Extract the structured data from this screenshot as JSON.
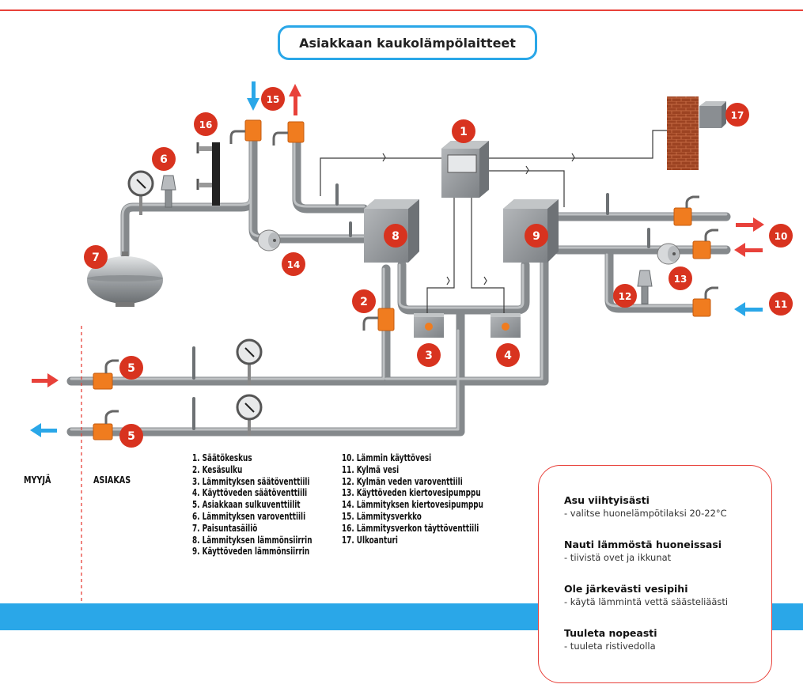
{
  "title": "Asiakkaan kaukolämpölaitteet",
  "legend": {
    "left": [
      "1. Säätökeskus",
      "2. Kesäsulku",
      "3. Lämmityksen säätöventtiili",
      "4. Käyttöveden säätöventtiili",
      "5. Asiakkaan sulkuventtiilit",
      "6. Lämmityksen varoventtiili",
      "7. Paisuntasäiliö",
      "8. Lämmityksen lämmönsiirrin",
      "9. Käyttöveden lämmönsiirrin"
    ],
    "right": [
      "10. Lämmin käyttövesi",
      "11. Kylmä vesi",
      "12. Kylmän veden varoventtiili",
      "13. Käyttöveden kiertovesipumppu",
      "14. Lämmityksen kiertovesipumppu",
      "15. Lämmitysverkko",
      "16. Lämmitysverkon täyttöventtiili",
      "17. Ulkoanturi"
    ]
  },
  "sides": {
    "seller": "MYYJÄ",
    "customer": "ASIAKAS"
  },
  "badges": [
    "1",
    "2",
    "3",
    "4",
    "5",
    "5",
    "6",
    "7",
    "8",
    "9",
    "10",
    "11",
    "12",
    "13",
    "14",
    "15",
    "16",
    "17"
  ],
  "tips": [
    {
      "heading": "Asu viihtyisästi",
      "detail": "- valitse huonelämpötilaksi 20-22°C"
    },
    {
      "heading": "Nauti lämmöstä huoneissasi",
      "detail": "- tiivistä ovet ja ikkunat"
    },
    {
      "heading": "Ole järkevästi vesipihi",
      "detail": "- käytä lämmintä vettä säästeliäästi"
    },
    {
      "heading": "Tuuleta nopeasti",
      "detail": "- tuuleta ristivedolla"
    }
  ],
  "colors": {
    "accent_red": "#e8413a",
    "accent_blue": "#2aa7e8",
    "badge_red": "#d8331f",
    "valve_orange": "#f07c1f",
    "pipe_gray": "#8f9396",
    "box_gray": "#9a9ea2"
  }
}
